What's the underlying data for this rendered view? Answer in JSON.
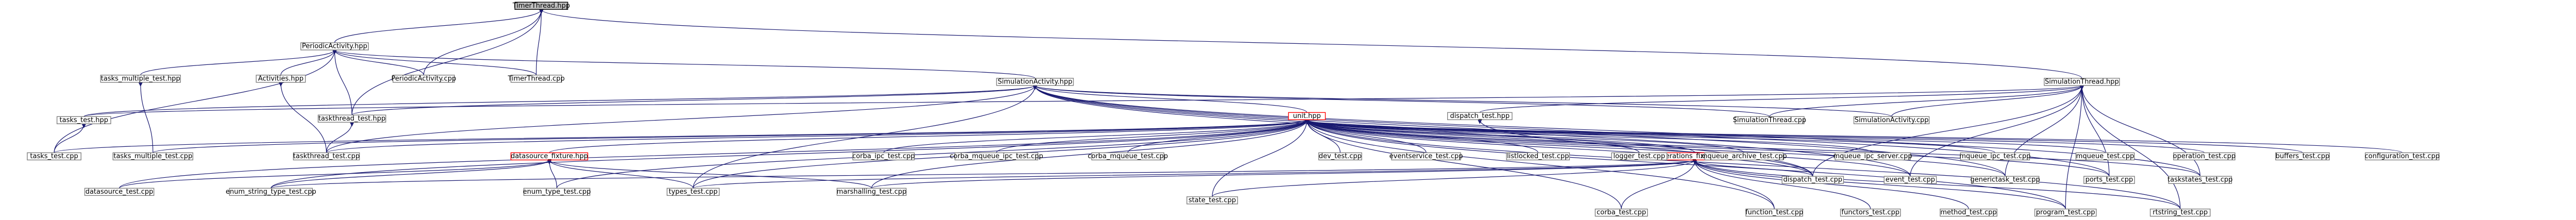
{
  "colors": {
    "edge": "#191970",
    "node_border": "#7f7f7f",
    "root_fill": "#bfbfbf",
    "highlight_border": "#ff0000"
  },
  "nodes": [
    {
      "id": "timerthread_hpp",
      "label": "TimerThread.hpp",
      "kind": "root"
    },
    {
      "id": "periodicactivity_hpp",
      "label": "PeriodicActivity.hpp"
    },
    {
      "id": "tasks_multiple_test_hpp",
      "label": "tasks_multiple_test.hpp"
    },
    {
      "id": "activities_hpp",
      "label": "Activities.hpp"
    },
    {
      "id": "taskthread_test_hpp",
      "label": "taskthread_test.hpp"
    },
    {
      "id": "periodicactivity_cpp",
      "label": "PeriodicActivity.cpp"
    },
    {
      "id": "timerthread_cpp",
      "label": "TimerThread.cpp"
    },
    {
      "id": "tasks_test_hpp",
      "label": "tasks_test.hpp"
    },
    {
      "id": "tasks_test_cpp",
      "label": "tasks_test.cpp"
    },
    {
      "id": "tasks_multiple_test_cpp",
      "label": "tasks_multiple_test.cpp"
    },
    {
      "id": "taskthread_test_cpp",
      "label": "taskthread_test.cpp"
    },
    {
      "id": "simulationactivity_hpp",
      "label": "SimulationActivity.hpp"
    },
    {
      "id": "simulationthread_hpp",
      "label": "SimulationThread.hpp"
    },
    {
      "id": "unit_hpp",
      "label": "unit.hpp",
      "kind": "red"
    },
    {
      "id": "dispatch_test_hpp",
      "label": "dispatch_test.hpp"
    },
    {
      "id": "simulationthread_cpp",
      "label": "SimulationThread.cpp"
    },
    {
      "id": "simulationactivity_cpp",
      "label": "SimulationActivity.cpp"
    },
    {
      "id": "datasource_fixture_hpp",
      "label": "datasource_fixture.hpp",
      "kind": "red"
    },
    {
      "id": "operations_fixture_hpp",
      "label": "operations_fixture.hpp",
      "kind": "red"
    },
    {
      "id": "corba_ipc_test_cpp",
      "label": "corba_ipc_test.cpp"
    },
    {
      "id": "corba_mqueue_ipc_test_cpp",
      "label": "corba_mqueue_ipc_test.cpp"
    },
    {
      "id": "corba_mqueue_test_cpp",
      "label": "corba_mqueue_test.cpp"
    },
    {
      "id": "dev_test_cpp",
      "label": "dev_test.cpp"
    },
    {
      "id": "eventservice_test_cpp",
      "label": "eventservice_test.cpp"
    },
    {
      "id": "listlocked_test_cpp",
      "label": "listlocked_test.cpp"
    },
    {
      "id": "logger_test_cpp",
      "label": "logger_test.cpp"
    },
    {
      "id": "mqueue_archive_test_cpp",
      "label": "mqueue_archive_test.cpp"
    },
    {
      "id": "mqueue_ipc_server_cpp",
      "label": "mqueue_ipc_server.cpp"
    },
    {
      "id": "mqueue_ipc_test_cpp",
      "label": "mqueue_ipc_test.cpp"
    },
    {
      "id": "mqueue_test_cpp",
      "label": "mqueue_test.cpp"
    },
    {
      "id": "operation_test_cpp",
      "label": "operation_test.cpp"
    },
    {
      "id": "buffers_test_cpp",
      "label": "buffers_test.cpp"
    },
    {
      "id": "configuration_test_cpp",
      "label": "configuration_test.cpp"
    },
    {
      "id": "dispatch_test_cpp",
      "label": "dispatch_test.cpp"
    },
    {
      "id": "event_test_cpp",
      "label": "event_test.cpp"
    },
    {
      "id": "generictask_test_cpp",
      "label": "generictask_test.cpp"
    },
    {
      "id": "ports_test_cpp",
      "label": "ports_test.cpp"
    },
    {
      "id": "taskstates_test_cpp",
      "label": "taskstates_test.cpp"
    },
    {
      "id": "datasource_test_cpp",
      "label": "datasource_test.cpp"
    },
    {
      "id": "enum_string_type_test_cpp",
      "label": "enum_string_type_test.cpp"
    },
    {
      "id": "enum_type_test_cpp",
      "label": "enum_type_test.cpp"
    },
    {
      "id": "types_test_cpp",
      "label": "types_test.cpp"
    },
    {
      "id": "marshalling_test_cpp",
      "label": "marshalling_test.cpp"
    },
    {
      "id": "state_test_cpp",
      "label": "state_test.cpp"
    },
    {
      "id": "corba_test_cpp",
      "label": "corba_test.cpp"
    },
    {
      "id": "function_test_cpp",
      "label": "function_test.cpp"
    },
    {
      "id": "functors_test_cpp",
      "label": "functors_test.cpp"
    },
    {
      "id": "method_test_cpp",
      "label": "method_test.cpp"
    },
    {
      "id": "program_test_cpp",
      "label": "program_test.cpp"
    },
    {
      "id": "rtstring_test_cpp",
      "label": "rtstring_test.cpp"
    }
  ],
  "edges": [
    [
      "timerthread_hpp",
      "periodicactivity_hpp"
    ],
    [
      "timerthread_hpp",
      "periodicactivity_cpp"
    ],
    [
      "timerthread_hpp",
      "timerthread_cpp"
    ],
    [
      "timerthread_hpp",
      "taskthread_test_hpp"
    ],
    [
      "timerthread_hpp",
      "simulationthread_hpp"
    ],
    [
      "periodicactivity_hpp",
      "tasks_multiple_test_hpp"
    ],
    [
      "periodicactivity_hpp",
      "activities_hpp"
    ],
    [
      "periodicactivity_hpp",
      "taskthread_test_hpp"
    ],
    [
      "periodicactivity_hpp",
      "periodicactivity_cpp"
    ],
    [
      "periodicactivity_hpp",
      "timerthread_cpp"
    ],
    [
      "periodicactivity_hpp",
      "tasks_test_cpp"
    ],
    [
      "periodicactivity_hpp",
      "simulationactivity_hpp"
    ],
    [
      "tasks_multiple_test_hpp",
      "tasks_multiple_test_cpp"
    ],
    [
      "activities_hpp",
      "taskthread_test_cpp"
    ],
    [
      "taskthread_test_hpp",
      "taskthread_test_cpp"
    ],
    [
      "tasks_test_hpp",
      "tasks_test_cpp"
    ],
    [
      "simulationactivity_hpp",
      "tasks_test_hpp"
    ],
    [
      "simulationactivity_hpp",
      "taskthread_test_hpp"
    ],
    [
      "simulationactivity_hpp",
      "unit_hpp"
    ],
    [
      "simulationactivity_hpp",
      "simulationactivity_cpp"
    ],
    [
      "simulationactivity_hpp",
      "simulationthread_cpp"
    ],
    [
      "simulationactivity_hpp",
      "dispatch_test_cpp"
    ],
    [
      "simulationactivity_hpp",
      "event_test_cpp"
    ],
    [
      "simulationactivity_hpp",
      "generictask_test_cpp"
    ],
    [
      "simulationactivity_hpp",
      "ports_test_cpp"
    ],
    [
      "simulationactivity_hpp",
      "taskstates_test_cpp"
    ],
    [
      "simulationactivity_hpp",
      "types_test_cpp"
    ],
    [
      "simulationactivity_hpp",
      "taskthread_test_cpp"
    ],
    [
      "simulationthread_hpp",
      "simulationthread_cpp"
    ],
    [
      "simulationthread_hpp",
      "simulationactivity_cpp"
    ],
    [
      "simulationthread_hpp",
      "dispatch_test_hpp"
    ],
    [
      "simulationthread_hpp",
      "dispatch_test_cpp"
    ],
    [
      "simulationthread_hpp",
      "event_test_cpp"
    ],
    [
      "simulationthread_hpp",
      "generictask_test_cpp"
    ],
    [
      "simulationthread_hpp",
      "ports_test_cpp"
    ],
    [
      "simulationthread_hpp",
      "taskstates_test_cpp"
    ],
    [
      "simulationthread_hpp",
      "rtstring_test_cpp"
    ],
    [
      "simulationthread_hpp",
      "program_test_cpp"
    ],
    [
      "simulationthread_hpp",
      "tasks_test_hpp"
    ],
    [
      "dispatch_test_hpp",
      "dispatch_test_cpp"
    ],
    [
      "unit_hpp",
      "datasource_fixture_hpp"
    ],
    [
      "unit_hpp",
      "operations_fixture_hpp"
    ],
    [
      "unit_hpp",
      "corba_ipc_test_cpp"
    ],
    [
      "unit_hpp",
      "corba_mqueue_ipc_test_cpp"
    ],
    [
      "unit_hpp",
      "corba_mqueue_test_cpp"
    ],
    [
      "unit_hpp",
      "dev_test_cpp"
    ],
    [
      "unit_hpp",
      "eventservice_test_cpp"
    ],
    [
      "unit_hpp",
      "listlocked_test_cpp"
    ],
    [
      "unit_hpp",
      "logger_test_cpp"
    ],
    [
      "unit_hpp",
      "mqueue_archive_test_cpp"
    ],
    [
      "unit_hpp",
      "mqueue_ipc_server_cpp"
    ],
    [
      "unit_hpp",
      "mqueue_ipc_test_cpp"
    ],
    [
      "unit_hpp",
      "mqueue_test_cpp"
    ],
    [
      "unit_hpp",
      "operation_test_cpp"
    ],
    [
      "unit_hpp",
      "buffers_test_cpp"
    ],
    [
      "unit_hpp",
      "configuration_test_cpp"
    ],
    [
      "unit_hpp",
      "dispatch_test_cpp"
    ],
    [
      "unit_hpp",
      "event_test_cpp"
    ],
    [
      "unit_hpp",
      "generictask_test_cpp"
    ],
    [
      "unit_hpp",
      "ports_test_cpp"
    ],
    [
      "unit_hpp",
      "taskstates_test_cpp"
    ],
    [
      "unit_hpp",
      "datasource_test_cpp"
    ],
    [
      "unit_hpp",
      "enum_string_type_test_cpp"
    ],
    [
      "unit_hpp",
      "enum_type_test_cpp"
    ],
    [
      "unit_hpp",
      "types_test_cpp"
    ],
    [
      "unit_hpp",
      "marshalling_test_cpp"
    ],
    [
      "unit_hpp",
      "state_test_cpp"
    ],
    [
      "unit_hpp",
      "corba_test_cpp"
    ],
    [
      "unit_hpp",
      "function_test_cpp"
    ],
    [
      "unit_hpp",
      "program_test_cpp"
    ],
    [
      "unit_hpp",
      "rtstring_test_cpp"
    ],
    [
      "unit_hpp",
      "tasks_multiple_test_cpp"
    ],
    [
      "unit_hpp",
      "taskthread_test_cpp"
    ],
    [
      "unit_hpp",
      "tasks_test_cpp"
    ],
    [
      "datasource_fixture_hpp",
      "datasource_test_cpp"
    ],
    [
      "datasource_fixture_hpp",
      "enum_string_type_test_cpp"
    ],
    [
      "datasource_fixture_hpp",
      "enum_type_test_cpp"
    ],
    [
      "datasource_fixture_hpp",
      "types_test_cpp"
    ],
    [
      "datasource_fixture_hpp",
      "marshalling_test_cpp"
    ],
    [
      "operations_fixture_hpp",
      "corba_test_cpp"
    ],
    [
      "operations_fixture_hpp",
      "function_test_cpp"
    ],
    [
      "operations_fixture_hpp",
      "functors_test_cpp"
    ],
    [
      "operations_fixture_hpp",
      "method_test_cpp"
    ],
    [
      "operations_fixture_hpp",
      "program_test_cpp"
    ],
    [
      "operations_fixture_hpp",
      "rtstring_test_cpp"
    ],
    [
      "operations_fixture_hpp",
      "types_test_cpp"
    ],
    [
      "operations_fixture_hpp",
      "state_test_cpp"
    ],
    [
      "operations_fixture_hpp",
      "marshalling_test_cpp"
    ],
    [
      "operations_fixture_hpp",
      "dispatch_test_cpp"
    ],
    [
      "operations_fixture_hpp",
      "enum_string_type_test_cpp"
    ]
  ]
}
